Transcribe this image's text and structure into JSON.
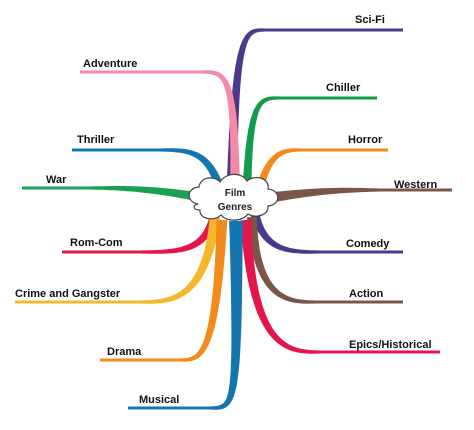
{
  "center": {
    "line1": "Film",
    "line2": "Genres"
  },
  "branches": [
    {
      "key": "scifi",
      "label": "Sci-Fi",
      "color": "#4b3a8c"
    },
    {
      "key": "adventure",
      "label": "Adventure",
      "color": "#f28aa8"
    },
    {
      "key": "chiller",
      "label": "Chiller",
      "color": "#139a4a"
    },
    {
      "key": "thriller",
      "label": "Thriller",
      "color": "#1575b0"
    },
    {
      "key": "horror",
      "label": "Horror",
      "color": "#f28a1c"
    },
    {
      "key": "war",
      "label": "War",
      "color": "#19a050"
    },
    {
      "key": "western",
      "label": "Western",
      "color": "#7a5548"
    },
    {
      "key": "romcom",
      "label": "Rom-Com",
      "color": "#e3154b"
    },
    {
      "key": "comedy",
      "label": "Comedy",
      "color": "#4b3a8c"
    },
    {
      "key": "crime",
      "label": "Crime and Gangster",
      "color": "#f6b82a"
    },
    {
      "key": "action",
      "label": "Action",
      "color": "#7a5548"
    },
    {
      "key": "drama",
      "label": "Drama",
      "color": "#f28a1c"
    },
    {
      "key": "epics",
      "label": "Epics/Historical",
      "color": "#e3154b"
    },
    {
      "key": "musical",
      "label": "Musical",
      "color": "#1575b0"
    }
  ]
}
